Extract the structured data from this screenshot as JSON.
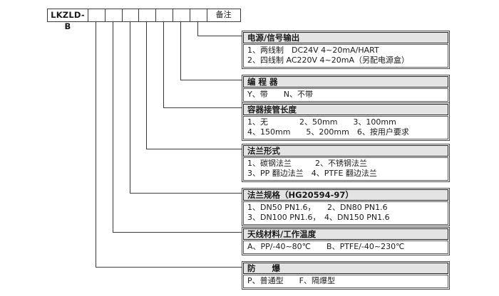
{
  "model_row": {
    "model_label": "LKZLD-B",
    "remark_label": "备注",
    "code_cell_count": 7
  },
  "groups": [
    {
      "id": "power-signal-output",
      "title": "电源/信号输出",
      "lines": [
        "1、两线制　DC24V 4~20mA/HART",
        "2、四线制 AC220V 4~20mA（另配电源盒）"
      ]
    },
    {
      "id": "programmer",
      "title": "编 程 器",
      "lines": [
        "Y、带　　N、不带"
      ]
    },
    {
      "id": "vessel-nozzle-length",
      "title": "容器接管长度",
      "lines": [
        "1、无　　　　2、50mm　　3、100mm",
        "4、150mm　　5、200mm　6、按用户要求"
      ]
    },
    {
      "id": "flange-type",
      "title": "法兰形式",
      "lines": [
        "1、碳钢法兰　　　2、不锈钢法兰",
        "3、PP 翻边法兰　4、PTFE 翻边法兰"
      ]
    },
    {
      "id": "flange-spec",
      "title": "法兰规格（HG20594-97）",
      "lines": [
        "1、DN50 PN1.6，　　2、DN80 PN1.6",
        "3、DN100 PN1.6，　4、DN150 PN1.6"
      ]
    },
    {
      "id": "antenna-material-temp",
      "title": "天线材料/工作温度",
      "lines": [
        "A、PP/-40~80℃　　B、PTFE/-40~230℃"
      ]
    },
    {
      "id": "explosion-proof",
      "title": "防　　爆",
      "lines": [
        "P、普通型　　F、隔爆型"
      ]
    }
  ],
  "colors": {
    "line": "#3c3c3c",
    "header_bg": "#e4e4e4",
    "border": "#4a4a4a"
  }
}
